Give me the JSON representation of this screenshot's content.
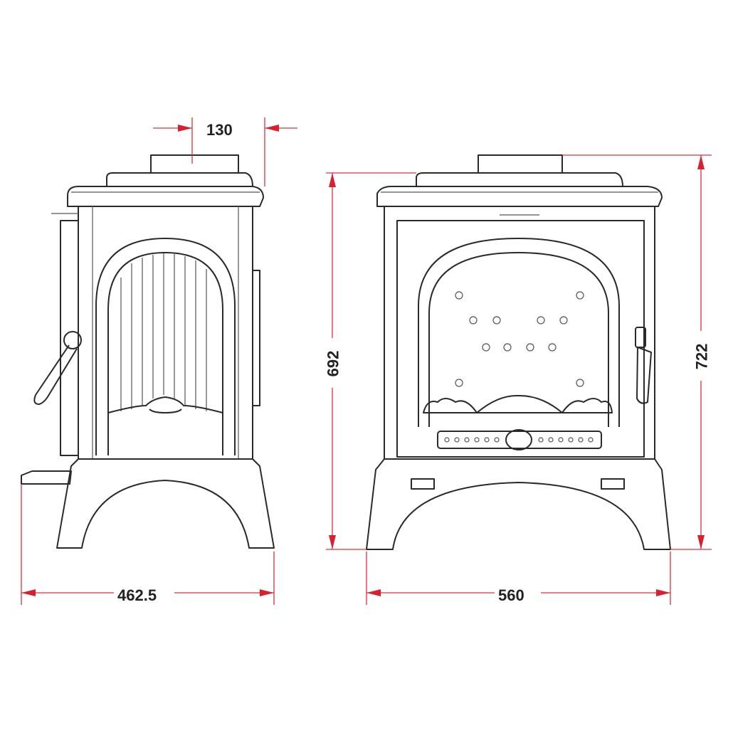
{
  "drawing": {
    "views": [
      "side",
      "front"
    ],
    "dimensions": {
      "flue_offset": "130",
      "body_height": "692",
      "total_height": "722",
      "depth": "462.5",
      "width": "560"
    },
    "colors": {
      "outline": "#2a2a2a",
      "dimension": "#e0303a"
    }
  }
}
